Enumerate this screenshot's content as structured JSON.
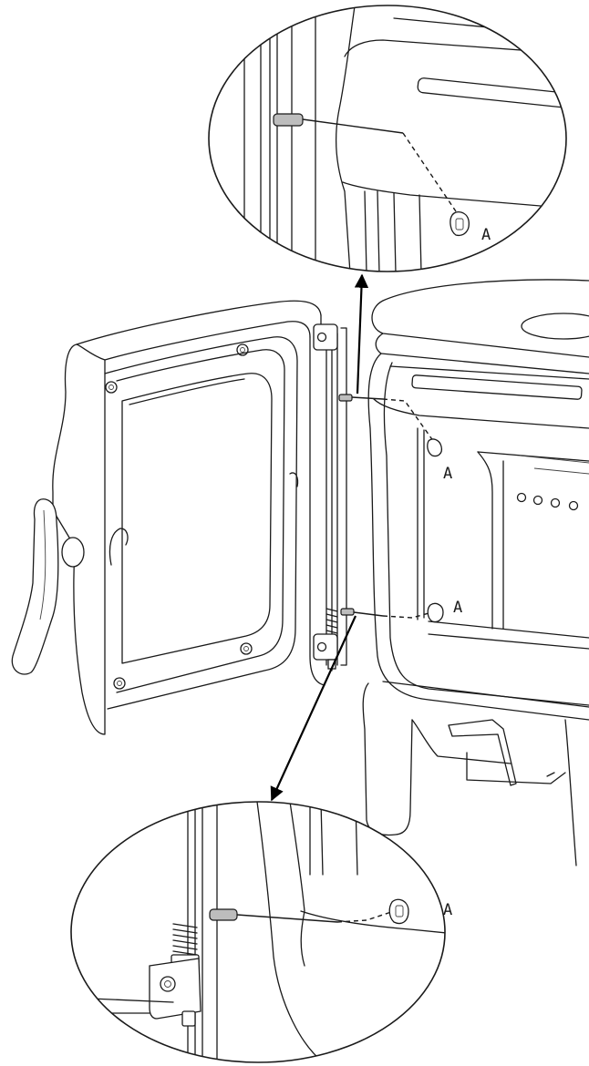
{
  "callouts": [
    {
      "id": "top-detail",
      "label": "A"
    },
    {
      "id": "upper-pin",
      "label": "A"
    },
    {
      "id": "lower-pin",
      "label": "A"
    },
    {
      "id": "bottom-detail",
      "label": "A"
    }
  ]
}
